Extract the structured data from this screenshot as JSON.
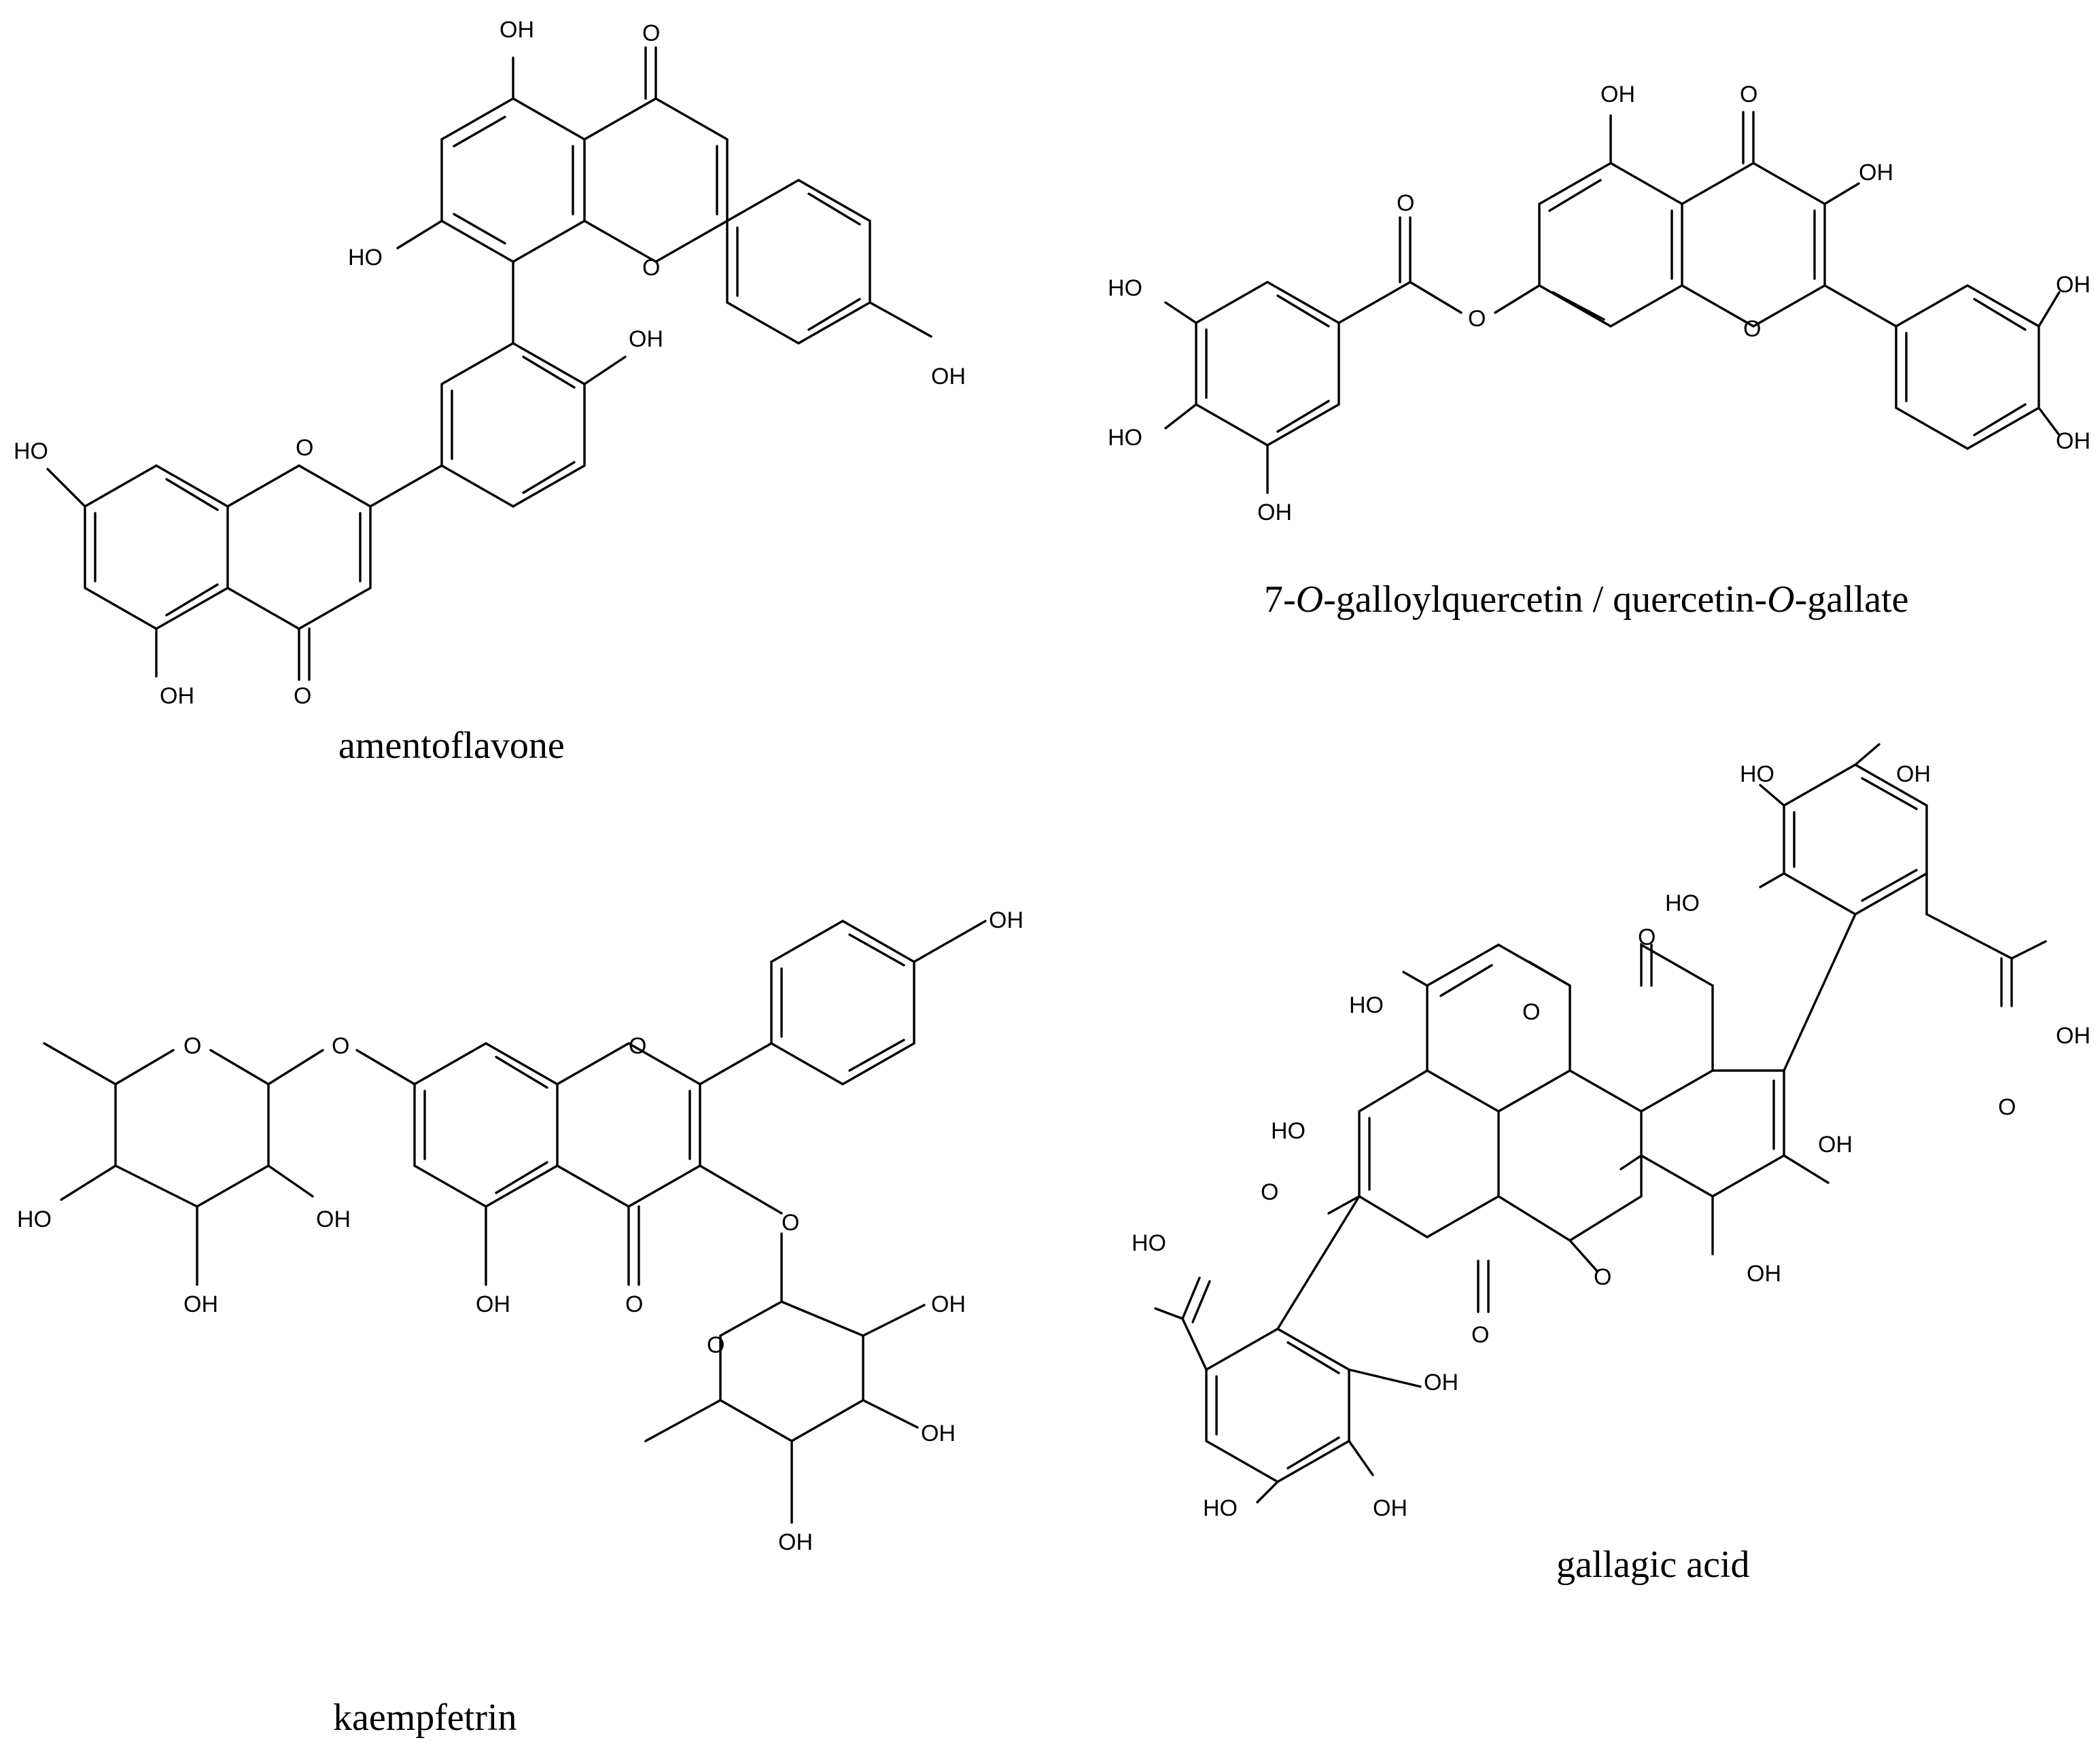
{
  "captions": {
    "amentoflavone": "amentoflavone",
    "galloylquercetin": [
      "7-",
      "O",
      "-galloylquercetin / quercetin-",
      "O",
      "-gallate"
    ],
    "kaempfetrin": "kaempfetrin",
    "gallagic_acid": "gallagic acid"
  },
  "atom_labels": {
    "hydroxyl": "OH",
    "hydroxyl_left": "HO",
    "oxygen": "O"
  }
}
